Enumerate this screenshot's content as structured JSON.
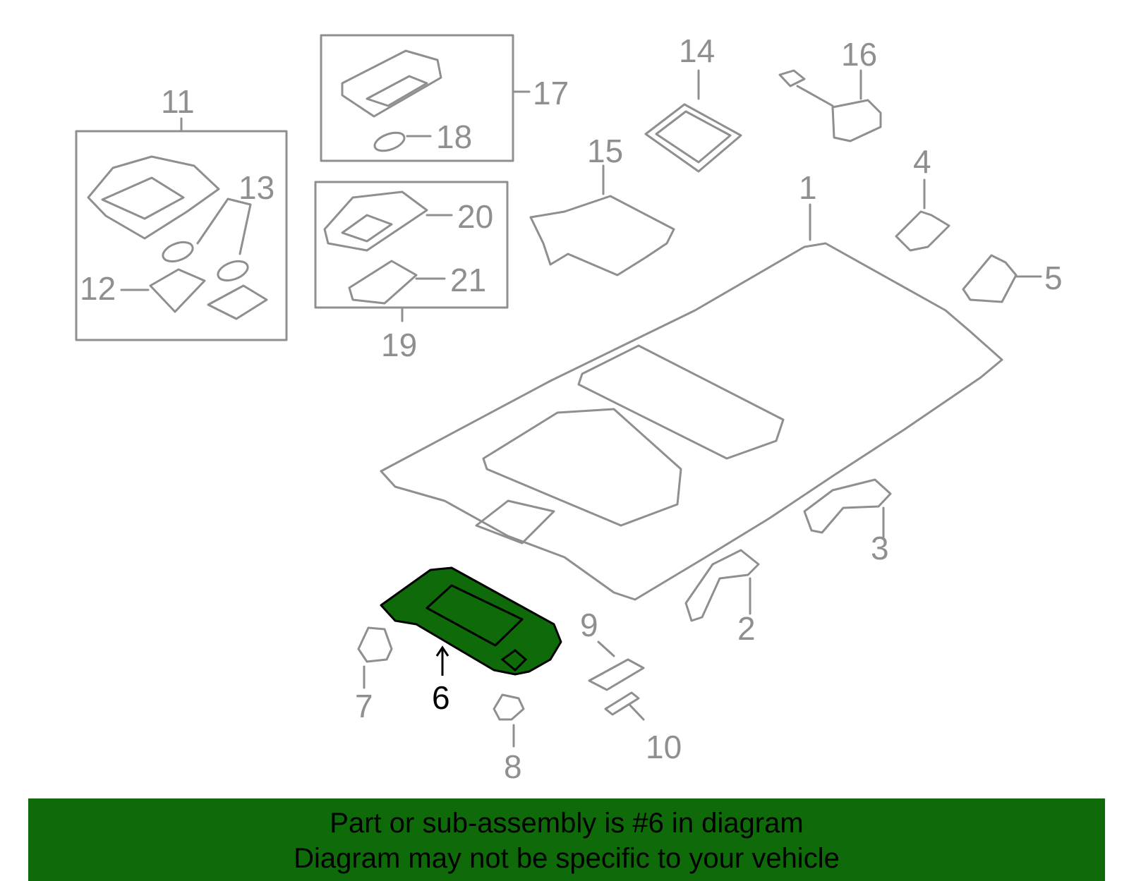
{
  "callouts": [
    "1",
    "2",
    "3",
    "4",
    "5",
    "6",
    "7",
    "8",
    "9",
    "10",
    "11",
    "12",
    "13",
    "14",
    "15",
    "16",
    "17",
    "18",
    "19",
    "20",
    "21"
  ],
  "highlight_callout": "6",
  "colors": {
    "highlight": "#0f6a0a",
    "line": "#8f8f8f",
    "banner": "#0f6a0a"
  },
  "banner": {
    "line1": "Part or sub-assembly is #6 in diagram",
    "line2": "Diagram may not be specific to your vehicle"
  }
}
